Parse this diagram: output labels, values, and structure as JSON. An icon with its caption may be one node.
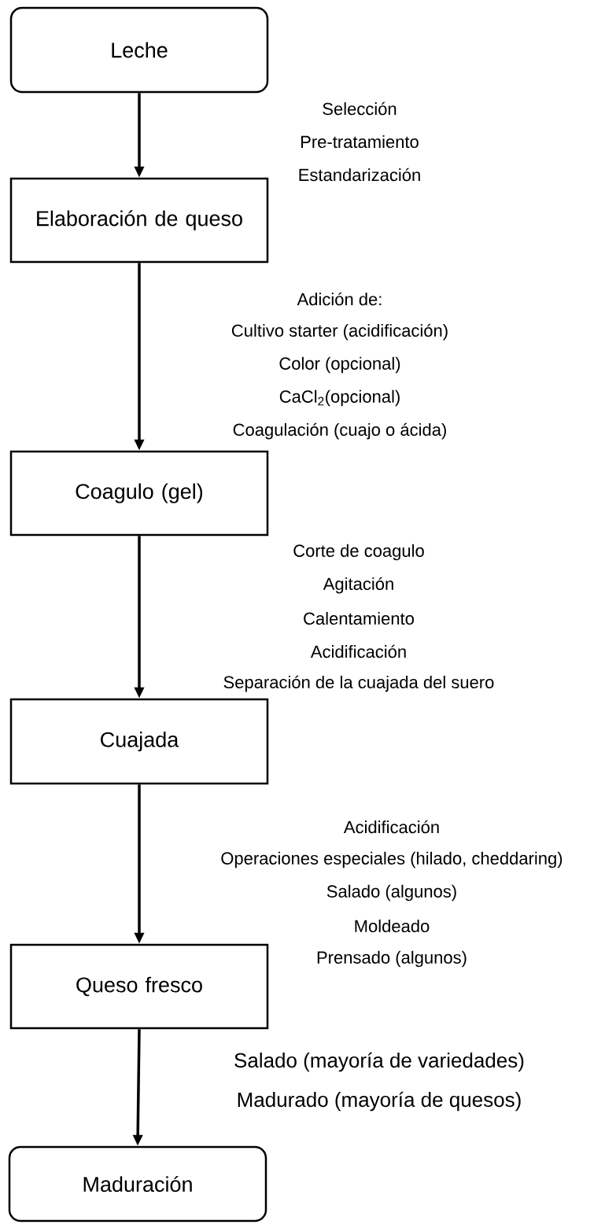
{
  "diagram": {
    "nodes": [
      {
        "text": [
          "Leche"
        ]
      },
      {
        "text": [
          "Elaboración de queso"
        ]
      },
      {
        "text": [
          "Coagulo (gel)"
        ]
      },
      {
        "text": [
          "Cuajada"
        ]
      },
      {
        "text": [
          "Queso fresco"
        ]
      },
      {
        "text": [
          "Maduración"
        ]
      }
    ],
    "edges": [
      {
        "from": 0,
        "to": 1,
        "arrow": "to"
      },
      {
        "from": 1,
        "to": 2,
        "arrow": "to"
      },
      {
        "from": 2,
        "to": 3,
        "arrow": "to"
      },
      {
        "from": 3,
        "to": 4,
        "arrow": "to"
      },
      {
        "from": 4,
        "to": 5,
        "arrow": "to"
      }
    ],
    "labels": [
      "Selección",
      "Pre-tratamiento",
      "Estandarización",
      "Adición de:",
      "Cultivo starter (acidificación)",
      "Color (opcional)",
      "CaCl$_{2}$(opcional)",
      "Coagulación (cuajo o ácida)",
      "Corte de coagulo",
      "Agitación",
      "Calentamiento",
      "Acidificación",
      "Separación de la cuajada del suero",
      "Acidificación",
      "Operaciones especiales (hilado, cheddaring)",
      "Salado (algunos)",
      "Moldeado",
      "Prensado (algunos)",
      "Salado (mayoría de variedades)",
      "Madurado (mayoría de quesos)"
    ]
  }
}
